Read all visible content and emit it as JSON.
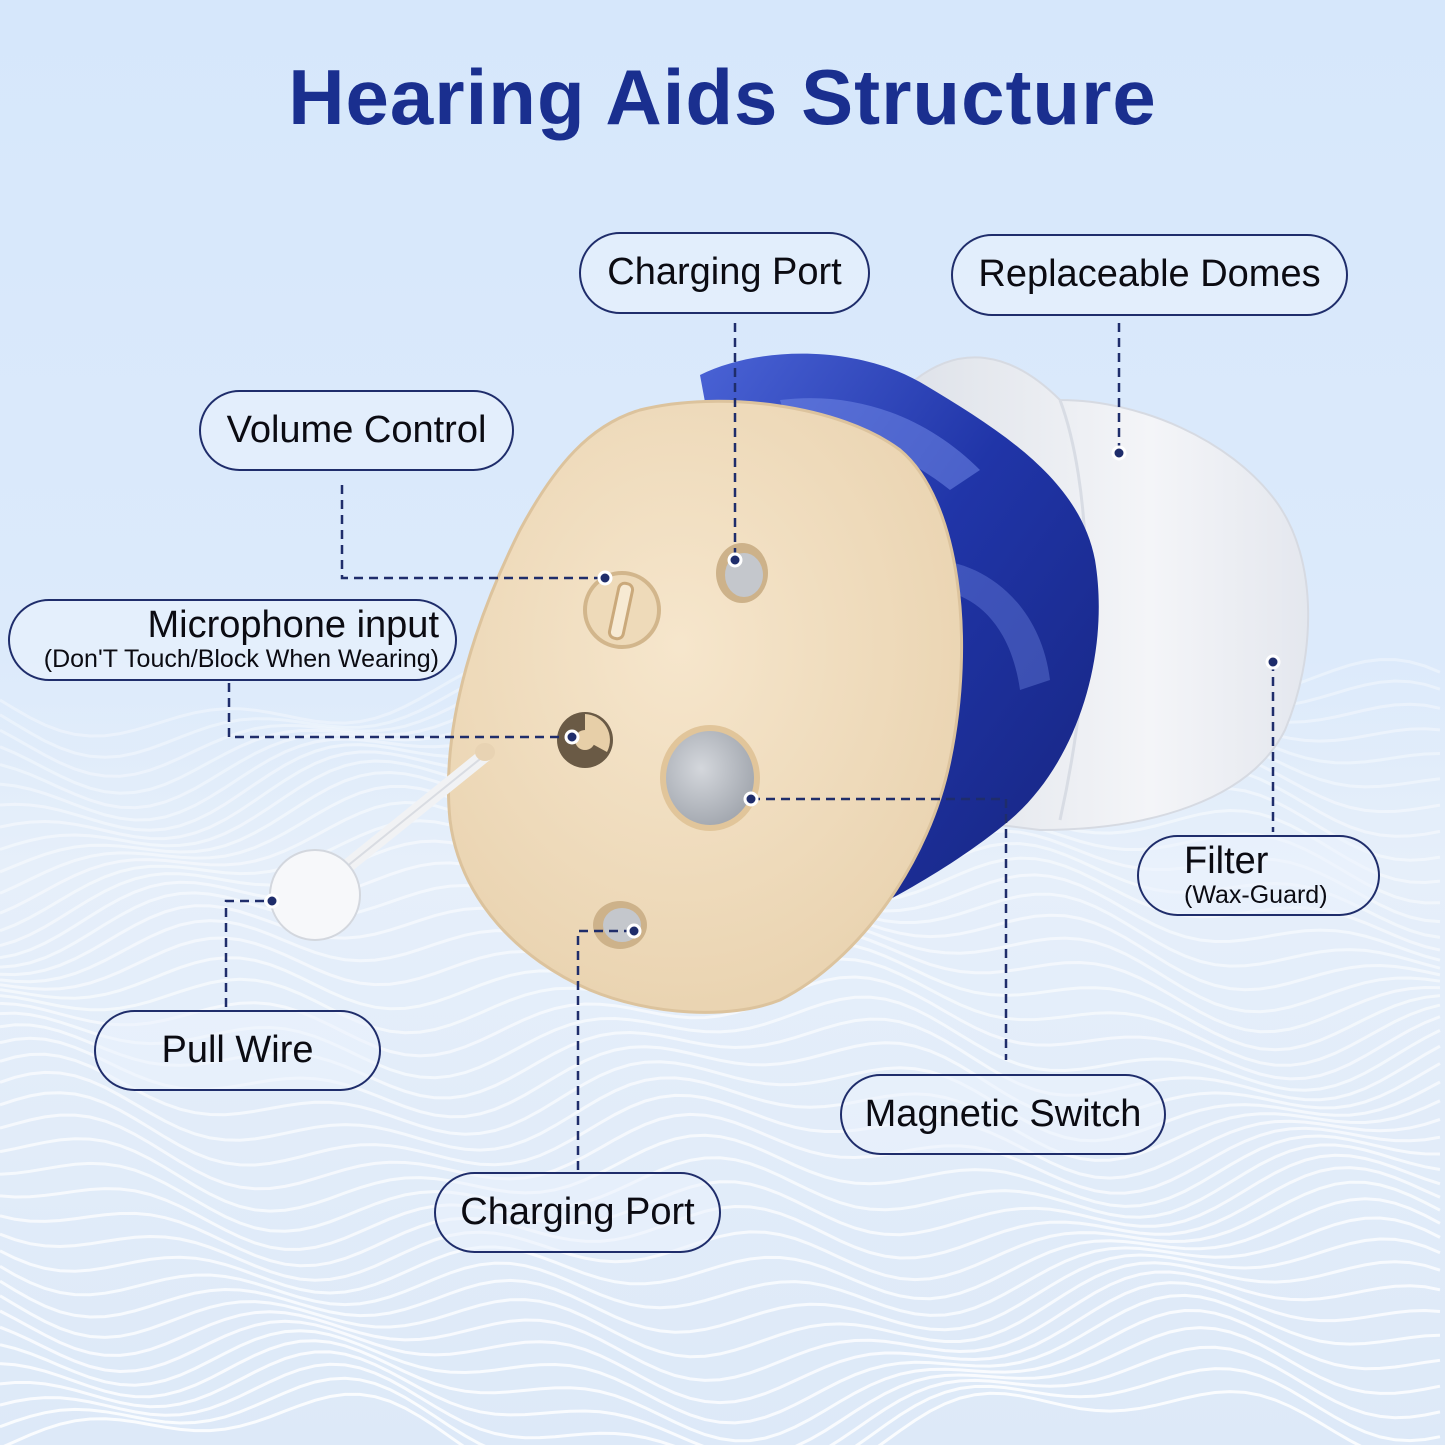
{
  "title": "Hearing Aids Structure",
  "callouts": {
    "charging_port_top": {
      "label": "Charging Port"
    },
    "replaceable_domes": {
      "label": "Replaceable Domes"
    },
    "volume_control": {
      "label": "Volume Control"
    },
    "microphone_input": {
      "label": "Microphone input",
      "note": "(Don'T Touch/Block When Wearing)"
    },
    "filter": {
      "label": "Filter",
      "note": "(Wax-Guard)"
    },
    "pull_wire": {
      "label": "Pull Wire"
    },
    "magnetic_switch": {
      "label": "Magnetic Switch"
    },
    "charging_port_bottom": {
      "label": "Charging Port"
    }
  },
  "colors": {
    "title": "#1a2f8f",
    "leader_line": "#1f2d6b",
    "shell_blue": "#2b3fae",
    "faceplate": "#f2dfc1",
    "dome": "#eef0f4"
  }
}
